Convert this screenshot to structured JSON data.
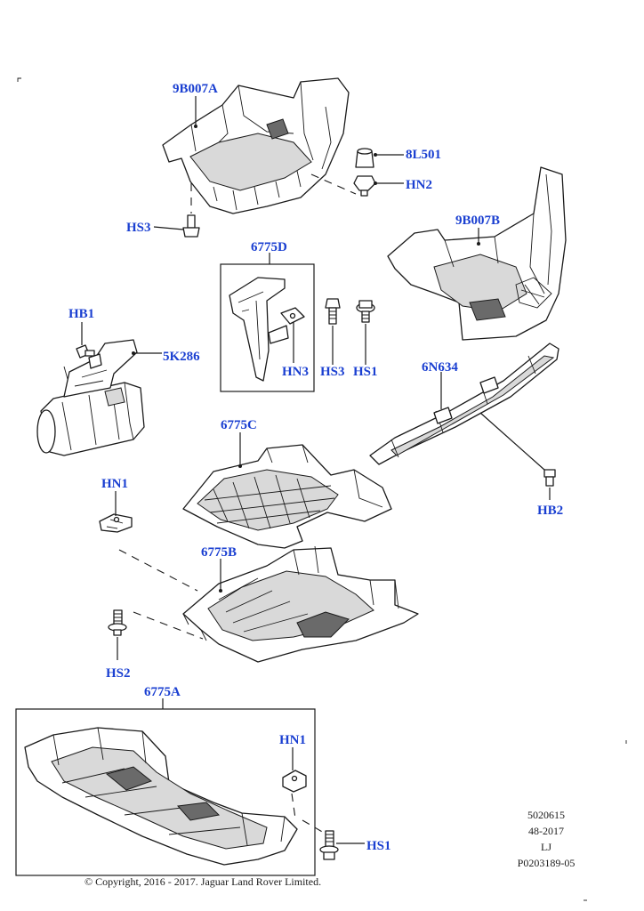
{
  "labels": {
    "l_9B007A": "9B007A",
    "l_8L501": "8L501",
    "l_HN2": "HN2",
    "l_HS3_top": "HS3",
    "l_9B007B": "9B007B",
    "l_6775D": "6775D",
    "l_HB1": "HB1",
    "l_5K286": "5K286",
    "l_HN3": "HN3",
    "l_HS3_mid": "HS3",
    "l_HS1_mid": "HS1",
    "l_6N634": "6N634",
    "l_6775C": "6775C",
    "l_HN1_left": "HN1",
    "l_HB2": "HB2",
    "l_6775B": "6775B",
    "l_HS2": "HS2",
    "l_6775A": "6775A",
    "l_HN1_box": "HN1",
    "l_HS1_bottom": "HS1"
  },
  "reference": {
    "line1": "5020615",
    "line2": "48-2017",
    "line3": "LJ",
    "line4": "P0203189-05"
  },
  "copyright": "© Copyright, 2016 - 2017. Jaguar Land Rover Limited.",
  "colors": {
    "label": "#1a3fd1",
    "line": "#1a1a1a"
  }
}
